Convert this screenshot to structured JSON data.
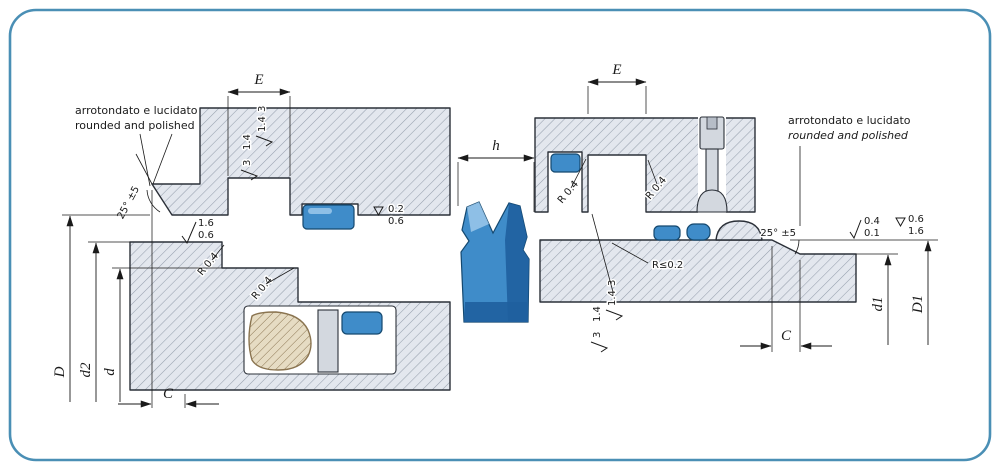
{
  "colors": {
    "border": "#4a8fb5",
    "hatch_fill": "#e3e7ee",
    "hatch_line": "#97a0ae",
    "outline": "#2b3038",
    "seal_blue": "#3f8cc9",
    "seal_blue_dark": "#1f5f9e",
    "seal_blue_light": "#a9d0ef",
    "beige": "#e6dcc3",
    "beige_line": "#8a7450",
    "part_gray": "#d3d8df",
    "text": "#1a1a1a"
  },
  "left": {
    "note_line1": "arrotondato e lucidato",
    "note_line2": "rounded and polished",
    "dim_E": "E",
    "dim_D": "D",
    "dim_d2": "d2",
    "dim_d": "d",
    "dim_C": "C",
    "chamfer_angle": "25° ±5",
    "chamfer_roughness_top": "1.6",
    "chamfer_roughness_bottom": "0.6",
    "groove_radius_left": "R 0.4",
    "groove_radius_right": "R 0.4",
    "bottom_finish_top": "0.2",
    "bottom_finish_bottom": "0.6",
    "flank_finish_outer_top": "3",
    "flank_finish_outer_bottom": "1.4",
    "flank_finish_inner_top": "1.4",
    "flank_finish_inner_bottom": "3"
  },
  "profile": {
    "dim_h": "h"
  },
  "right": {
    "note_line1": "arrotondato e lucidato",
    "note_line2": "rounded and polished",
    "dim_E": "E",
    "dim_d1": "d1",
    "dim_D1": "D1",
    "dim_C": "C",
    "chamfer_angle": "25° ±5",
    "groove_radius_left": "R 0.4",
    "groove_radius_right": "R 0.4",
    "edge_radius": "R≤0.2",
    "end_roughness_top": "0.4",
    "end_roughness_bottom": "0.1",
    "end_finish_top": "0.6",
    "end_finish_bottom": "1.6",
    "flank_finish_outer_top": "3",
    "flank_finish_outer_bottom": "1.4",
    "flank_finish_inner_top": "1.4",
    "flank_finish_inner_bottom": "3"
  }
}
